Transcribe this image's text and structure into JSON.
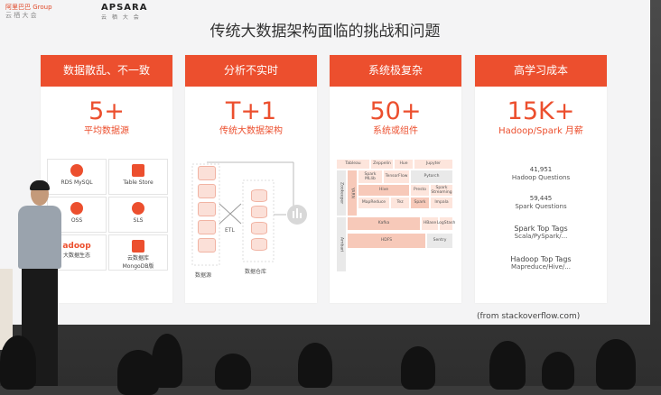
{
  "header": {
    "logo_left_line1": "阿里巴巴 Group",
    "logo_left_line2": "云 栖 大 会",
    "logo_right": "APSARA",
    "logo_right_sub": "云 栖 大 会",
    "title": "传统大数据架构面临的挑战和问题"
  },
  "columns": [
    {
      "header": "数据散乱、不一致",
      "big": "5+",
      "caption": "平均数据源",
      "items": [
        {
          "label": "RDS MySQL",
          "icon": "mysql-icon"
        },
        {
          "label": "Table Store",
          "icon": "tablestore-icon"
        },
        {
          "label": "OSS",
          "icon": "oss-icon"
        },
        {
          "label": "SLS",
          "icon": "sls-icon"
        },
        {
          "label": "adoop",
          "sub": "大数据生态",
          "icon": "hadoop-icon"
        },
        {
          "label": "云数据库",
          "sub": "MongoDB版",
          "icon": "mongodb-icon"
        }
      ]
    },
    {
      "header": "分析不实时",
      "big": "T+1",
      "caption": "传统大数据架构",
      "etl": "ETL",
      "src_label": "数据源",
      "dw_label": "数据仓库"
    },
    {
      "header": "系统极复杂",
      "big": "50+",
      "caption": "系统或组件",
      "blocks": [
        "Tableau",
        "Zeppelin",
        "Hue",
        "Jupyter",
        "Spark MLlib",
        "TensorFlow",
        "Pytorch",
        "Hive",
        "Presto",
        "Spark Streaming",
        "MapReduce",
        "Tez",
        "Spark",
        "Impala",
        "HBase",
        "LogStash",
        "Kafka",
        "HDFS",
        "Sentry",
        "YARN",
        "Zookeeper",
        "Ambari"
      ]
    },
    {
      "header": "高学习成本",
      "big": "15K+",
      "caption": "Hadoop/Spark 月薪",
      "stats": [
        {
          "n": "41,951",
          "t": "Hadoop Questions"
        },
        {
          "n": "59,445",
          "t": "Spark Questions"
        },
        {
          "n": "Spark Top Tags",
          "t": "Scala/PySpark/..."
        },
        {
          "n": "Hadoop Top Tags",
          "t": "Mapreduce/Hive/..."
        }
      ]
    }
  ],
  "footnote": "(from  stackoverflow.com)",
  "colors": {
    "accent": "#ec4f2e",
    "screen_bg": "#f4f4f5"
  }
}
